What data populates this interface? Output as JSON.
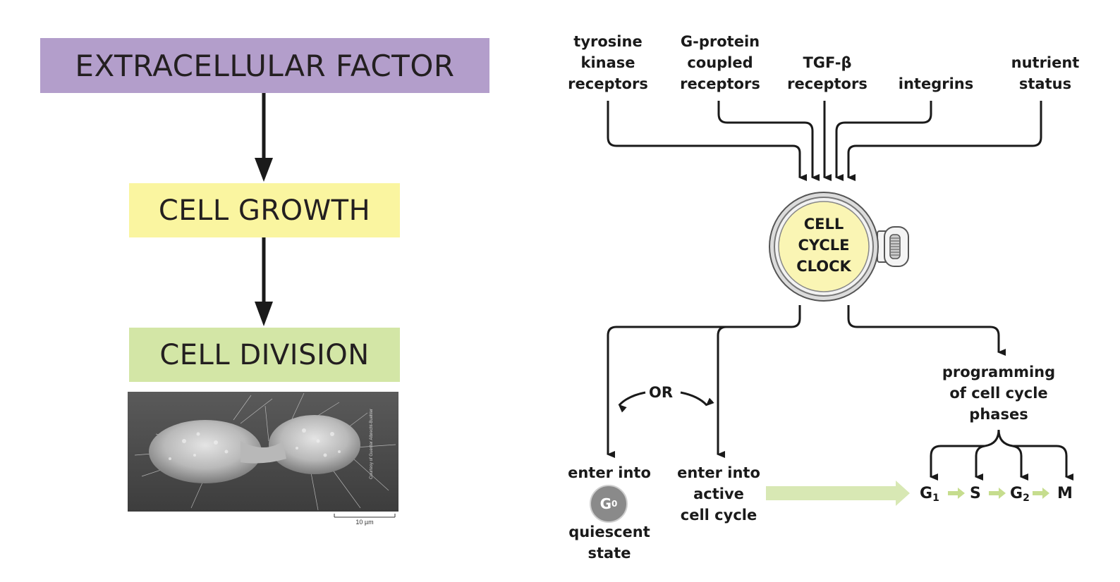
{
  "left_flow": {
    "extracellular_factor": "EXTRACELLULAR FACTOR",
    "cell_growth": "CELL GROWTH",
    "cell_division": "CELL DIVISION",
    "scale_bar_label": "10 µm",
    "photo_credit": "Courtesy of Guenter Albrecht-Buehler"
  },
  "receptors": {
    "tyrosine_kinase": [
      "tyrosine",
      "kinase",
      "receptors"
    ],
    "g_protein": [
      "G-protein",
      "coupled",
      "receptors"
    ],
    "tgf_beta": [
      "TGF-β",
      "receptors"
    ],
    "integrins": "integrins",
    "nutrient_status": [
      "nutrient",
      "status"
    ]
  },
  "clock": [
    "CELL",
    "CYCLE",
    "CLOCK"
  ],
  "or_label": "OR",
  "outcomes": {
    "quiescent_top": "enter into",
    "g0_letter": "G",
    "g0_sub": "0",
    "quiescent_bottom": [
      "quiescent",
      "state"
    ],
    "active": [
      "enter into",
      "active",
      "cell cycle"
    ],
    "programming": [
      "programming",
      "of cell cycle",
      "phases"
    ]
  },
  "phases": {
    "g1": "G",
    "g1_sub": "1",
    "s": "S",
    "g2": "G",
    "g2_sub": "2",
    "m": "M"
  },
  "colors": {
    "extracellular": "#b39ecb",
    "growth": "#faf5a0",
    "division": "#d3e6a6",
    "clock_face": "#faf5b4",
    "phase_arrow": "#c6dd8e"
  }
}
